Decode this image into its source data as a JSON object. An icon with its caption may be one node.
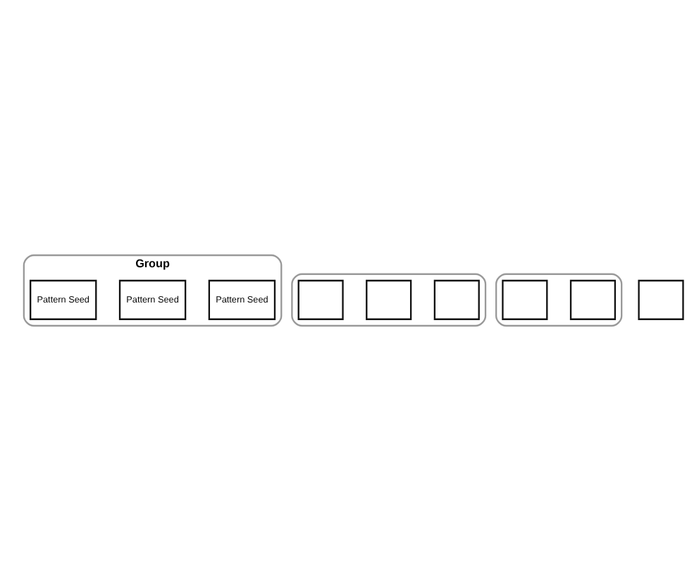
{
  "diagram": {
    "nodes": [
      {
        "text": [
          "Group"
        ]
      },
      {
        "text": [
          "Pattern Seed"
        ],
        "in": 0
      },
      {
        "text": [
          "Pattern Seed"
        ],
        "in": 0
      },
      {
        "text": [
          "Pattern Seed"
        ],
        "in": 0
      },
      {
        "text": [],
        "shape": "cloud"
      },
      {
        "text": [],
        "shape": "box",
        "in": 4
      },
      {
        "text": [],
        "shape": "box",
        "in": 4
      },
      {
        "text": [],
        "shape": "box",
        "in": 4
      },
      {
        "text": [],
        "shape": "cloud"
      },
      {
        "text": [],
        "shape": "box",
        "in": 8
      },
      {
        "text": [],
        "shape": "box",
        "in": 8
      },
      {
        "text": [],
        "shape": "box"
      }
    ],
    "edges": []
  }
}
